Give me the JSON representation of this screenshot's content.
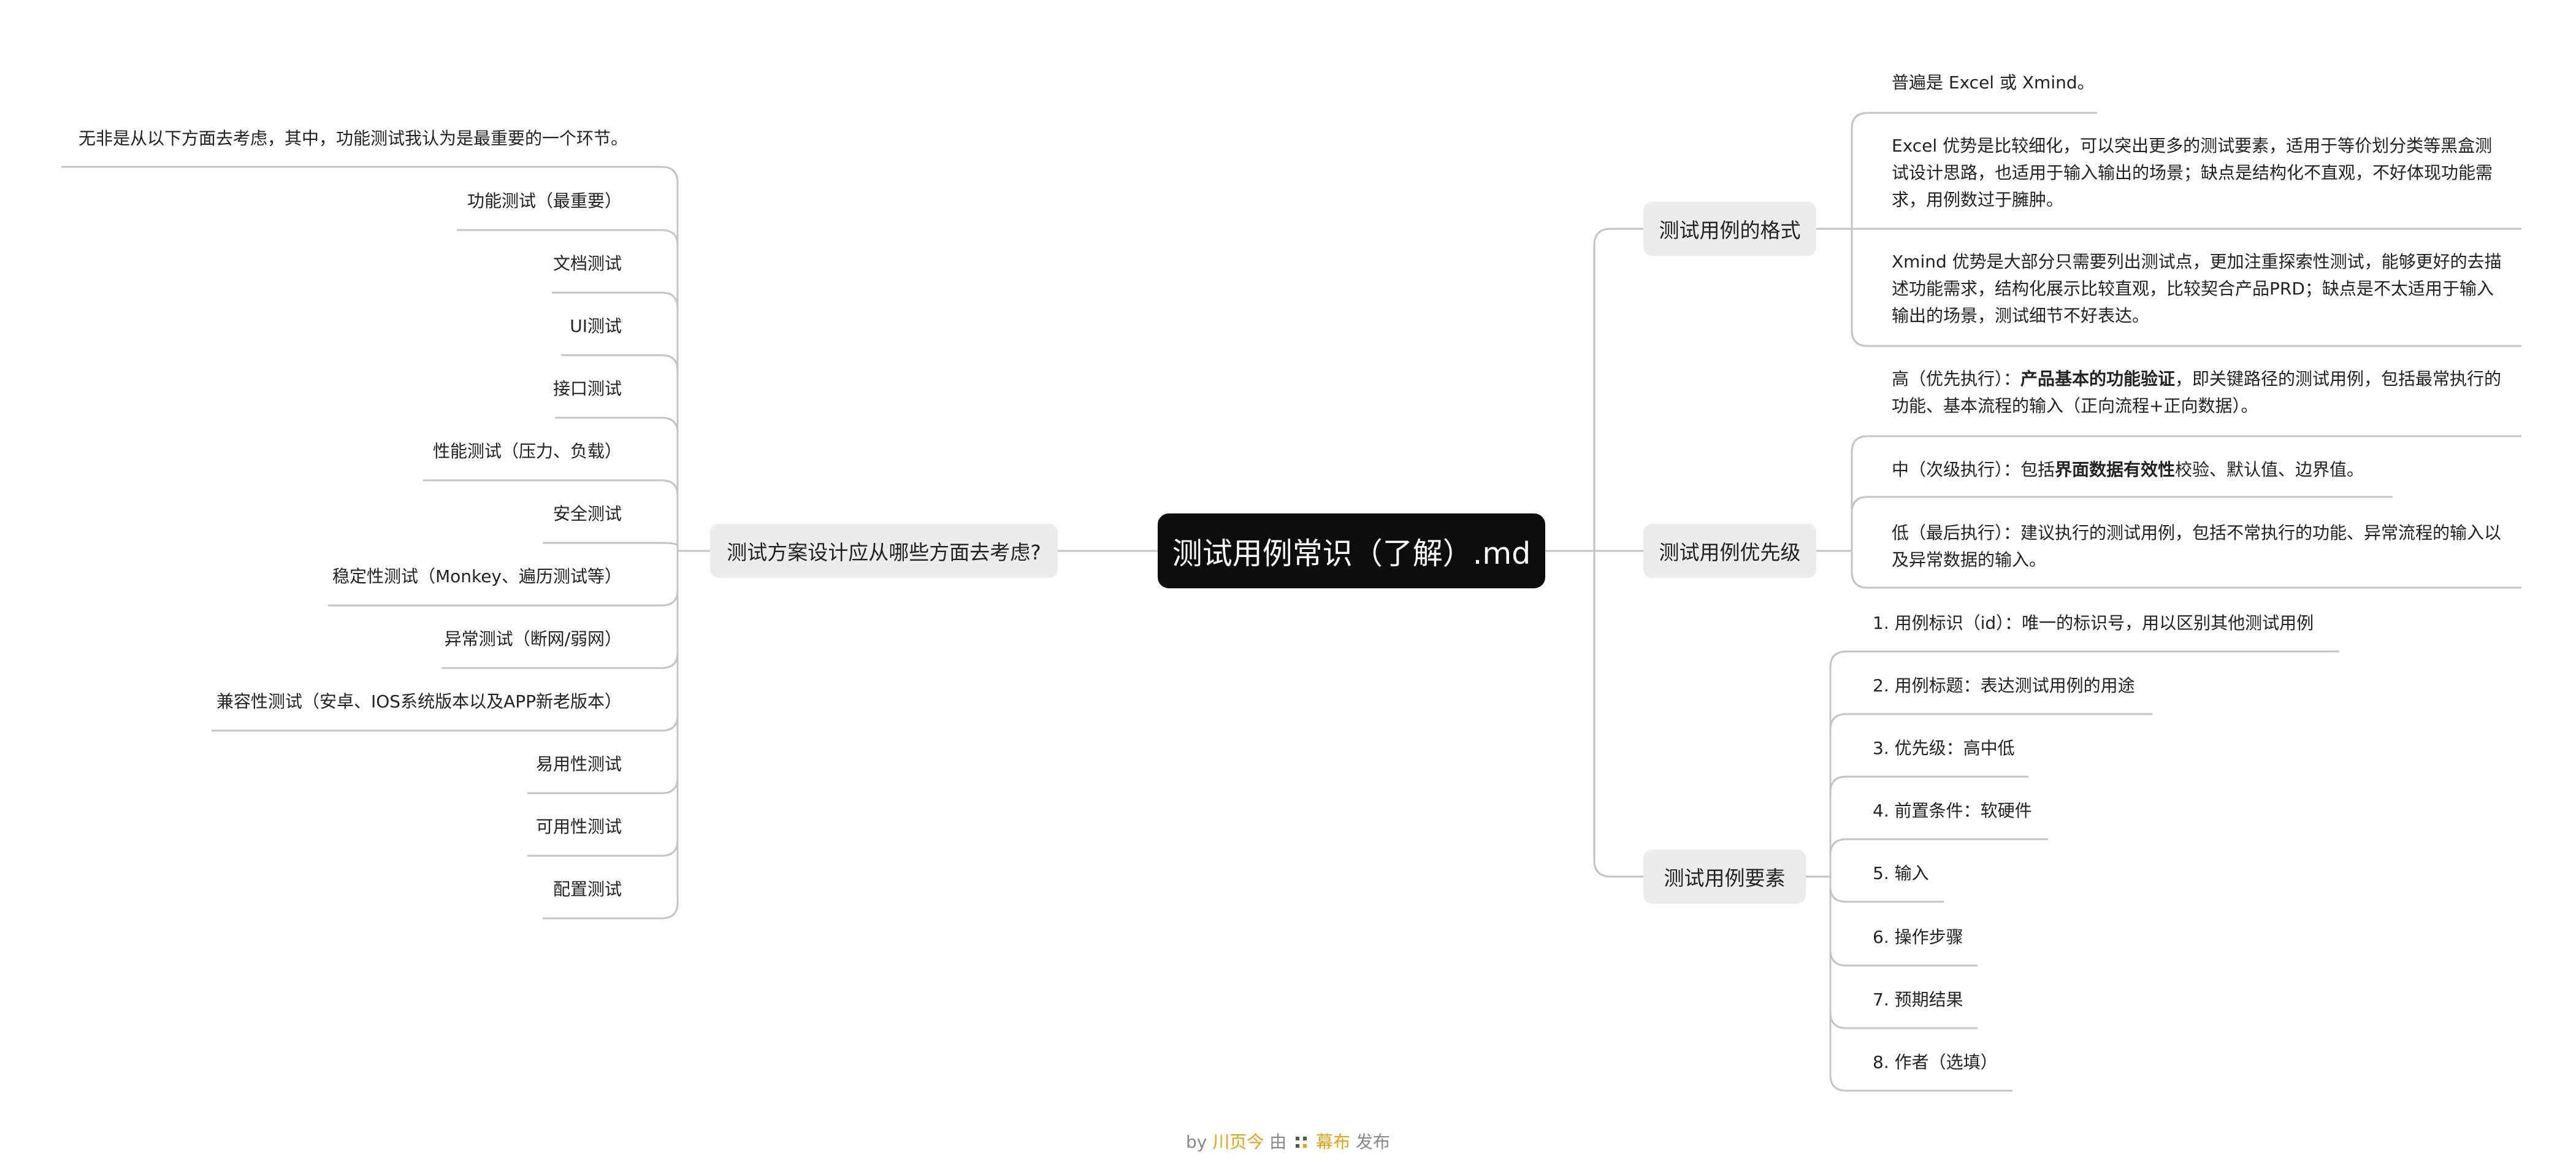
{
  "root": {
    "title": "测试用例常识（了解）.md"
  },
  "left": {
    "branch": "测试方案设计应从哪些方面去考虑?",
    "intro": "无非是从以下方面去考虑，其中，功能测试我认为是最重要的一个环节。",
    "items": [
      "功能测试（最重要）",
      "文档测试",
      "UI测试",
      "接口测试",
      "性能测试（压力、负载）",
      "安全测试",
      "稳定性测试（Monkey、遍历测试等）",
      "异常测试（断网/弱网）",
      "兼容性测试（安卓、IOS系统版本以及APP新老版本）",
      "易用性测试",
      "可用性测试",
      "配置测试"
    ]
  },
  "format": {
    "branch": "测试用例的格式",
    "items": [
      "普遍是 Excel 或 Xmind。",
      "Excel 优势是比较细化，可以突出更多的测试要素，适用于等价划分类等黑盒测试设计思路，也适用于输入输出的场景；缺点是结构化不直观，不好体现功能需求，用例数过于臃肿。",
      "Xmind 优势是大部分只需要列出测试点，更加注重探索性测试，能够更好的去描述功能需求，结构化展示比较直观，比较契合产品PRD；缺点是不太适用于输入输出的场景，测试细节不好表达。"
    ]
  },
  "priority": {
    "branch": "测试用例优先级",
    "high": {
      "pre": "高（优先执行）：",
      "bold": "产品基本的功能验证",
      "post": "，即关键路径的测试用例，包括最常执行的功能、基本流程的输入（正向流程+正向数据）。"
    },
    "mid": {
      "pre": "中（次级执行）：包括",
      "bold": "界面数据有效性",
      "post": "校验、默认值、边界值。"
    },
    "low": "低（最后执行）：建议执行的测试用例，包括不常执行的功能、异常流程的输入以及异常数据的输入。"
  },
  "elements": {
    "branch": "测试用例要素",
    "items": [
      "1. 用例标识（id）：唯一的标识号，用以区别其他测试用例",
      "2. 用例标题：表达测试用例的用途",
      "3. 优先级：高中低",
      "4. 前置条件：软硬件",
      "5. 输入",
      "6. 操作步骤",
      "7. 预期结果",
      "8. 作者（选填）"
    ]
  },
  "footer": {
    "by": "by",
    "author": "川页今",
    "middle": "由",
    "brand": "幕布",
    "end": "发布"
  },
  "colors": {
    "line": "#c4c4c4",
    "root_bg": "#0d0d0d",
    "branch_bg": "#ececec",
    "footer_highlight": "#e3a21a"
  }
}
